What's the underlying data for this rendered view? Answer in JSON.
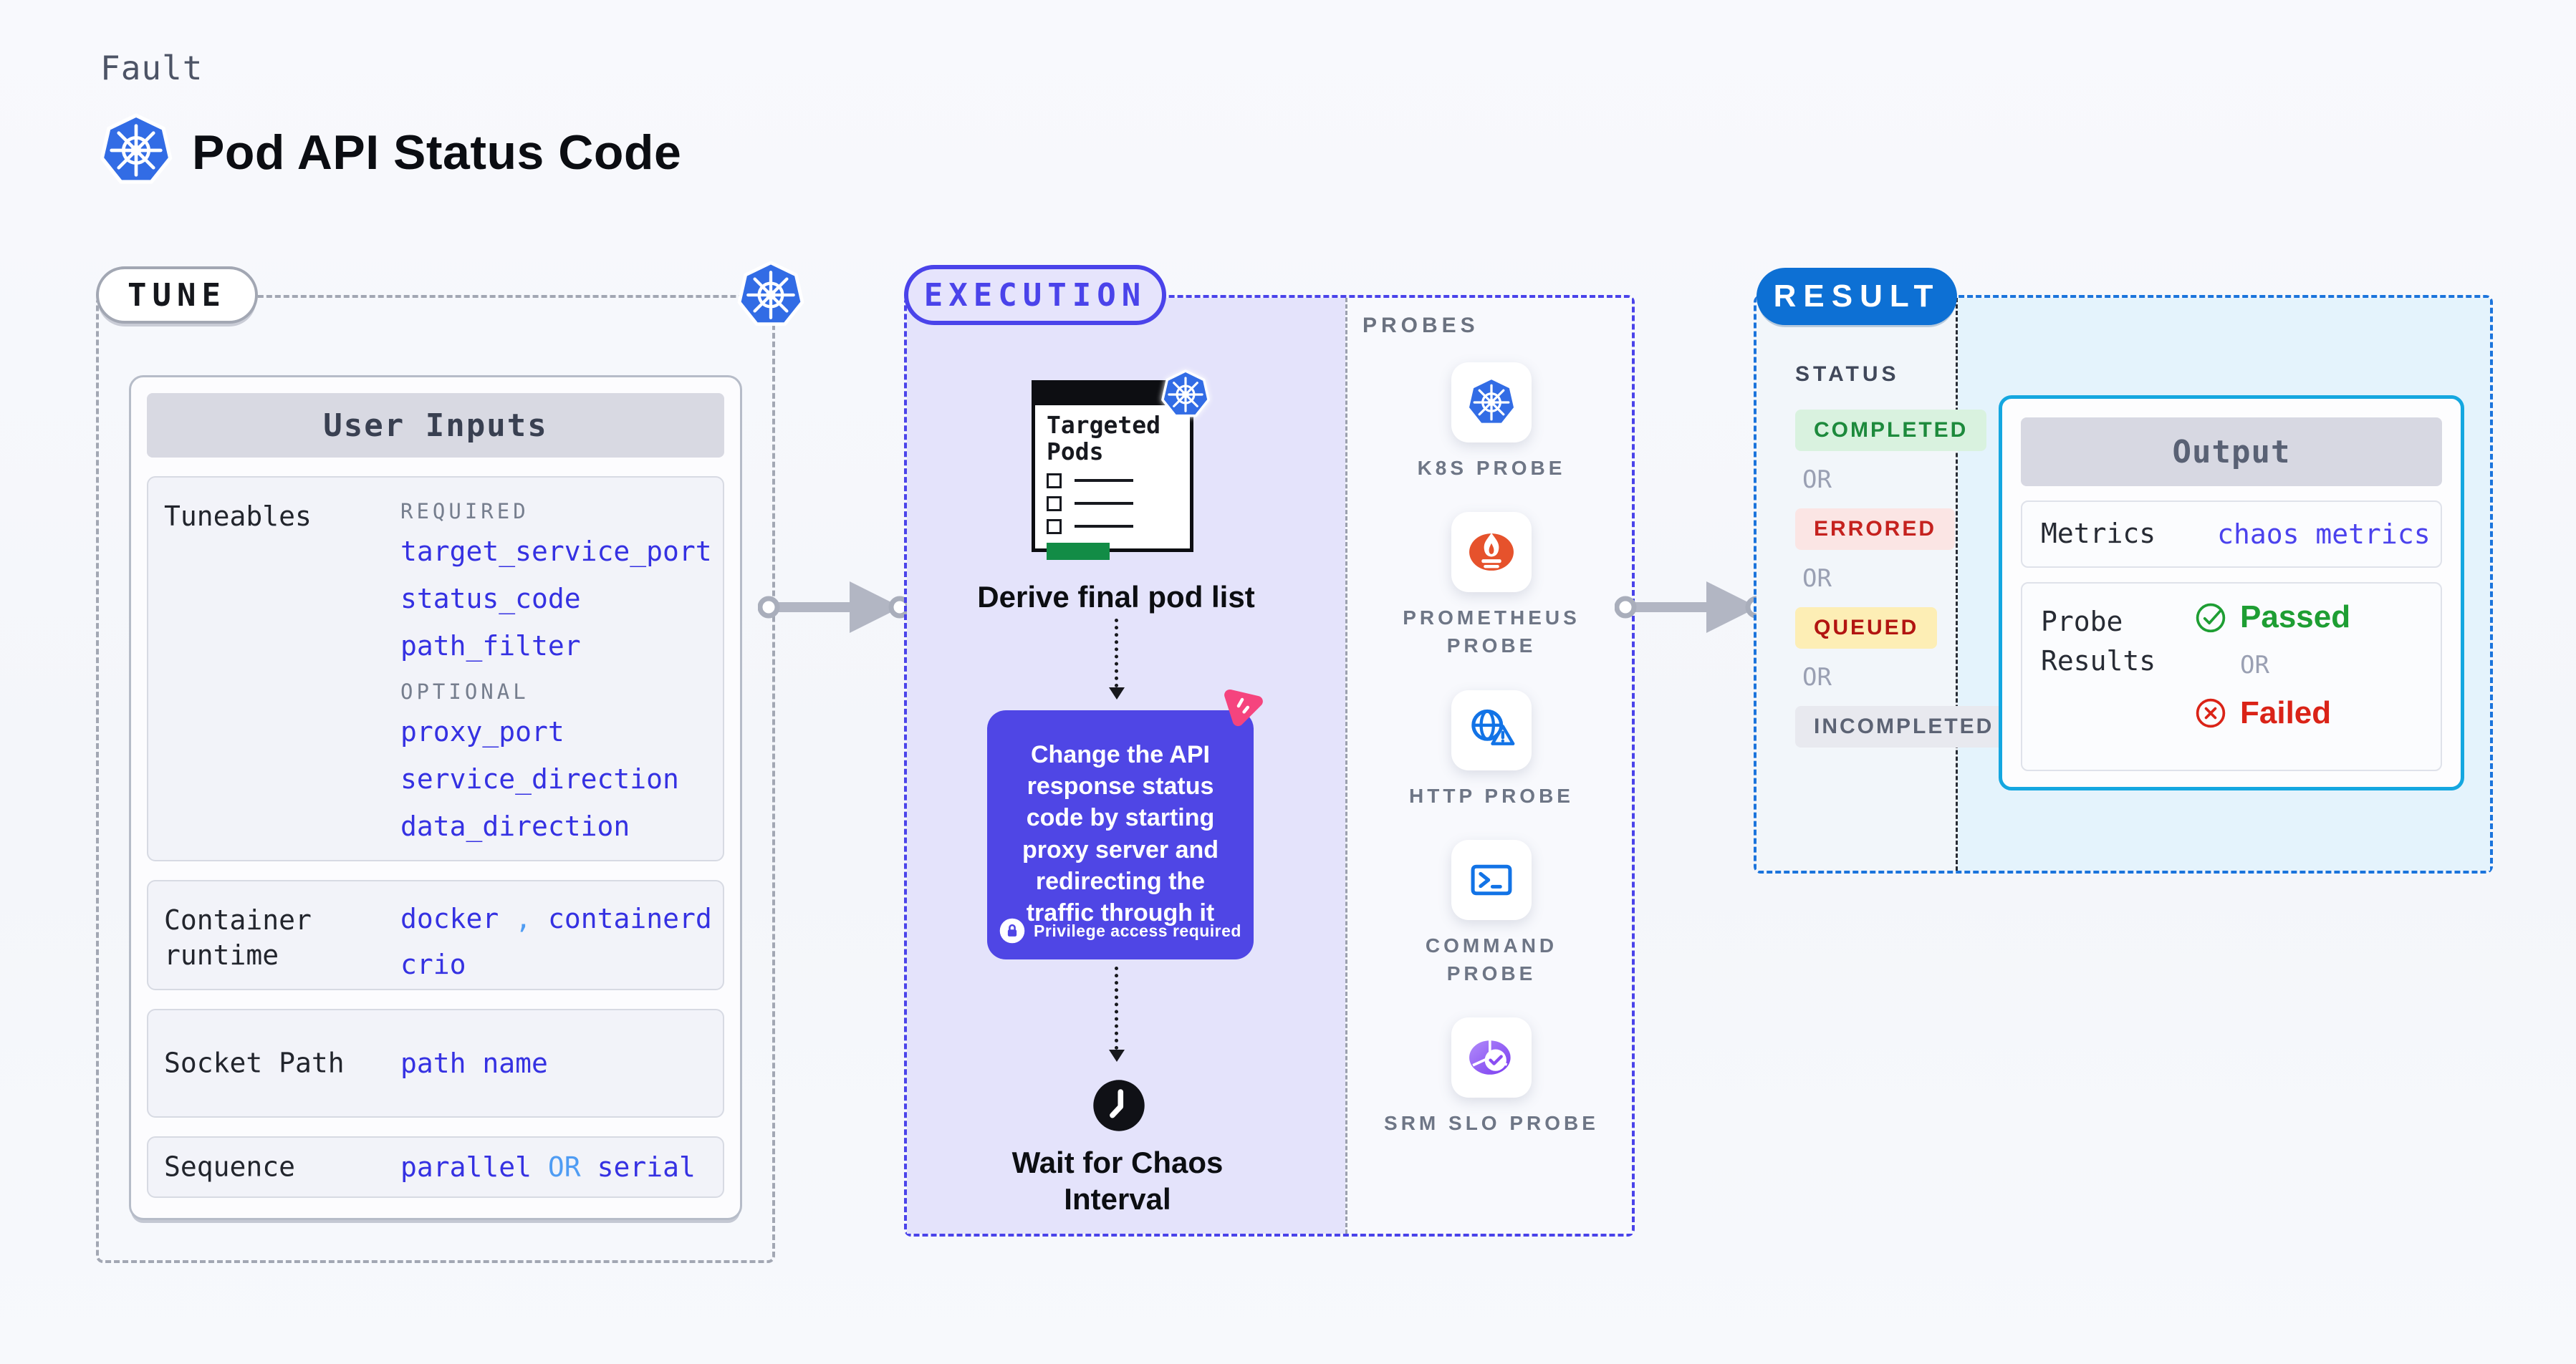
{
  "header": {
    "kicker": "Fault",
    "title": "Pod API Status Code",
    "icon": "kubernetes-logo"
  },
  "tune": {
    "label": "TUNE",
    "card_title": "User Inputs",
    "tuneables": {
      "row_label": "Tuneables",
      "required_label": "REQUIRED",
      "required": [
        "target_service_port",
        "status_code",
        "path_filter"
      ],
      "optional_label": "OPTIONAL",
      "optional": [
        "proxy_port",
        "service_direction",
        "data_direction"
      ]
    },
    "container_runtime": {
      "label": "Container runtime",
      "value1": "docker",
      "separator": ",",
      "value2": "containerd",
      "value3": "crio"
    },
    "socket_path": {
      "label": "Socket Path",
      "value": "path name"
    },
    "sequence": {
      "label": "Sequence",
      "option1": "parallel",
      "or": "OR",
      "option2": "serial"
    }
  },
  "execution": {
    "label": "EXECUTION",
    "targeted_pods": {
      "title": "Targeted Pods",
      "icon": "kubernetes-logo"
    },
    "step1": "Derive final pod list",
    "action": {
      "text": "Change the API response status code by starting proxy server and redirecting the traffic through it",
      "note": "Privilege access required",
      "note_icon": "lock-icon",
      "corner_icon": "chaos-spark-icon"
    },
    "step2_icon": "clock-icon",
    "step2": "Wait for Chaos Interval"
  },
  "probes": {
    "label": "PROBES",
    "items": [
      {
        "label": "K8S PROBE",
        "icon": "kubernetes-logo"
      },
      {
        "label": "PROMETHEUS PROBE",
        "icon": "prometheus-logo"
      },
      {
        "label": "HTTP PROBE",
        "icon": "globe-warning-icon"
      },
      {
        "label": "COMMAND PROBE",
        "icon": "terminal-icon"
      },
      {
        "label": "SRM SLO PROBE",
        "icon": "pie-check-icon"
      }
    ]
  },
  "result": {
    "label": "RESULT",
    "status": {
      "label": "STATUS",
      "or": "OR",
      "badges": [
        {
          "text": "COMPLETED",
          "color": "#1d8a3c",
          "bg": "#d9f2df"
        },
        {
          "text": "ERRORED",
          "color": "#c5221f",
          "bg": "#fbe5e4"
        },
        {
          "text": "QUEUED",
          "color": "#b21511",
          "bg": "#fdeeb5"
        },
        {
          "text": "INCOMPLETED",
          "color": "#5c6374",
          "bg": "#e8e9ef"
        }
      ]
    },
    "output": {
      "title": "Output",
      "metrics": {
        "label": "Metrics",
        "value": "chaos metrics"
      },
      "probe_results": {
        "label": "Probe Results",
        "passed": "Passed",
        "passed_icon": "check-circle-icon",
        "or": "OR",
        "failed": "Failed",
        "failed_icon": "x-circle-icon"
      }
    }
  },
  "colors": {
    "page_bg": "#f6f7fb",
    "tune_dash": "#a2a7b3",
    "execution_accent": "#4a43ea",
    "execution_fill": "#e4e3fb",
    "result_dash": "#1b74dc",
    "result_pill": "#0d70d4",
    "output_border": "#14a7e0",
    "output_zone_fill": "#e4f3fc",
    "value_blue": "#3531e2",
    "value_light_blue": "#4f9cf3",
    "action_purple": "#4f46e5",
    "chaos_pink": "#f5447e",
    "passed_green": "#1e9e33",
    "failed_red": "#da2317",
    "kubernetes_blue": "#326ce5",
    "prometheus_orange": "#e6522c"
  }
}
